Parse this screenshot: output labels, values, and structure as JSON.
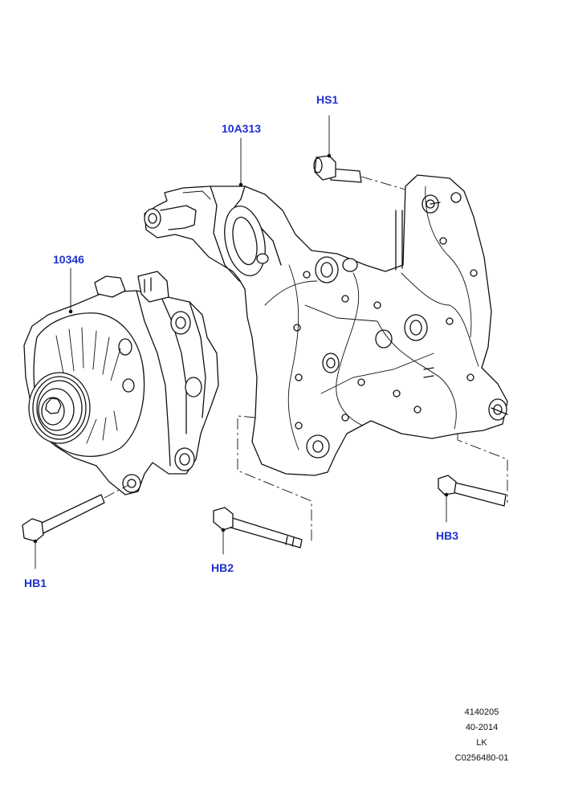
{
  "callouts": {
    "hs1": "HS1",
    "bracket": "10A313",
    "alternator": "10346",
    "hb1": "HB1",
    "hb2": "HB2",
    "hb3": "HB3"
  },
  "footer": {
    "line1": "4140205",
    "line2": "40-2014",
    "line3": "LK",
    "line4": "C0256480-01"
  },
  "colors": {
    "callout": "#1f2fd1",
    "linework": "#111111"
  }
}
